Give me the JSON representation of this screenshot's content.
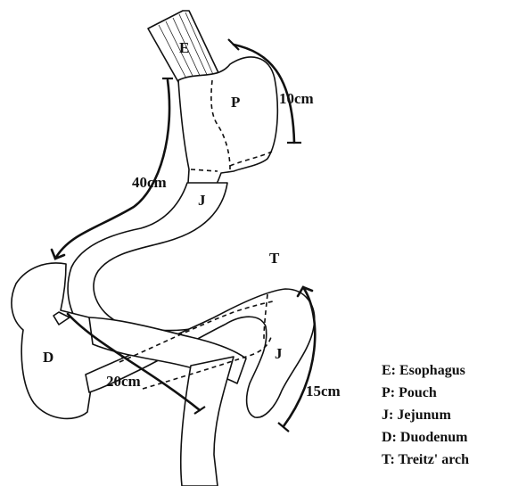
{
  "labels": {
    "esophagus": "E",
    "pouch": "P",
    "jejunum_upper": "J",
    "duodenum": "D",
    "treitz": "T",
    "jejunum_lower": "J"
  },
  "measurements": {
    "pouch_length": "10cm",
    "upper_limb": "40cm",
    "lower_segment": "20cm",
    "jejunal_loop": "15cm"
  },
  "legend": [
    "E: Esophagus",
    "P: Pouch",
    "J: Jejunum",
    "D: Duodenum",
    "T: Treitz' arch"
  ]
}
